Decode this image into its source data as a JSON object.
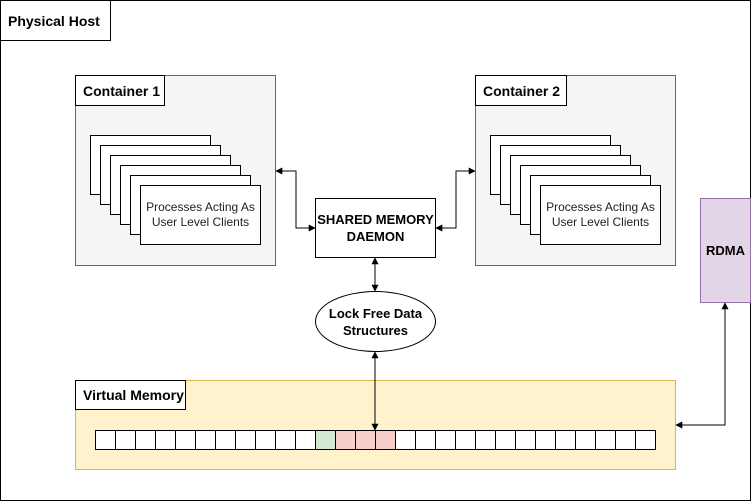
{
  "host": {
    "label": "Physical Host"
  },
  "container1": {
    "label": "Container 1",
    "process_label": "Processes Acting As User Level Clients"
  },
  "container2": {
    "label": "Container 2",
    "process_label": "Processes Acting As User Level Clients"
  },
  "daemon": {
    "label": "SHARED MEMORY DAEMON"
  },
  "lockfree": {
    "label": "Lock Free Data Structures"
  },
  "rdma": {
    "label": "RDMA"
  },
  "virtual_memory": {
    "label": "Virtual Memory",
    "cells": [
      "white",
      "white",
      "white",
      "white",
      "white",
      "white",
      "white",
      "white",
      "white",
      "white",
      "white",
      "green",
      "red",
      "red",
      "red",
      "white",
      "white",
      "white",
      "white",
      "white",
      "white",
      "white",
      "white",
      "white",
      "white",
      "white",
      "white",
      "white"
    ]
  },
  "colors": {
    "container_fill": "#f5f5f5",
    "vmem_fill": "#fff2cc",
    "vmem_border": "#d6b656",
    "rdma_fill": "#e1d5e7",
    "rdma_border": "#9673a6",
    "cell_green": "#d5e8d4",
    "cell_red": "#f8cecc"
  }
}
